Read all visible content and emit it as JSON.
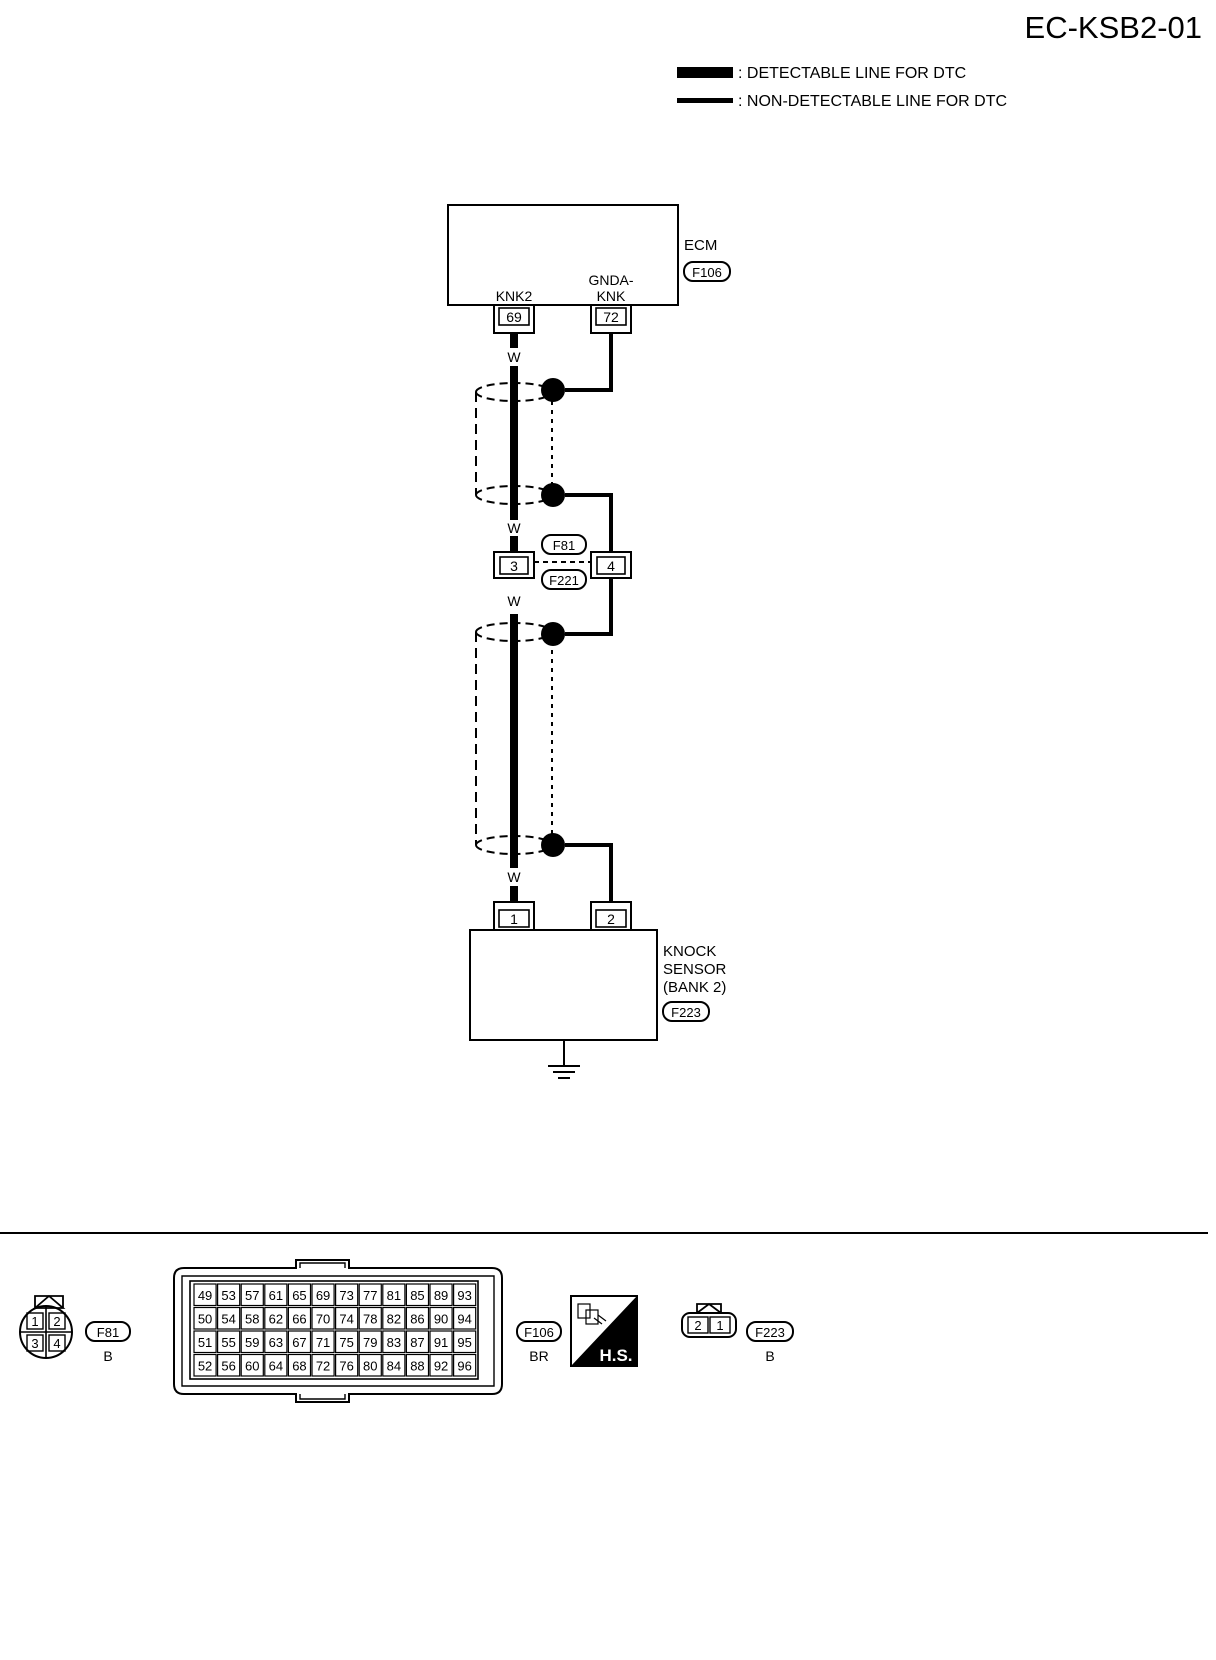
{
  "page_code": "EC-KSB2-01",
  "legend": {
    "detectable": ": DETECTABLE LINE FOR DTC",
    "non_detectable": ": NON-DETECTABLE LINE FOR DTC"
  },
  "ecm": {
    "name": "ECM",
    "connector": "F106",
    "terminals": [
      {
        "pin": "69",
        "signal": "KNK2"
      },
      {
        "pin": "72",
        "signal_line1": "GNDA-",
        "signal_line2": "KNK"
      }
    ]
  },
  "wire_color": "W",
  "joint_connector": {
    "upper": "F81",
    "lower": "F221",
    "terminals": [
      "3",
      "4"
    ]
  },
  "sensor": {
    "name_line1": "KNOCK",
    "name_line2": "SENSOR",
    "name_line3": "(BANK 2)",
    "connector": "F223",
    "terminals": [
      "1",
      "2"
    ]
  },
  "connector_views": {
    "f81": {
      "code": "F81",
      "color": "B",
      "pins": [
        "1",
        "2",
        "3",
        "4"
      ]
    },
    "f106": {
      "code": "F106",
      "color": "BR",
      "pin_rows": [
        [
          "49",
          "53",
          "57",
          "61",
          "65",
          "69",
          "73",
          "77",
          "81",
          "85",
          "89",
          "93"
        ],
        [
          "50",
          "54",
          "58",
          "62",
          "66",
          "70",
          "74",
          "78",
          "82",
          "86",
          "90",
          "94"
        ],
        [
          "51",
          "55",
          "59",
          "63",
          "67",
          "71",
          "75",
          "79",
          "83",
          "87",
          "91",
          "95"
        ],
        [
          "52",
          "56",
          "60",
          "64",
          "68",
          "72",
          "76",
          "80",
          "84",
          "88",
          "92",
          "96"
        ]
      ]
    },
    "hs_badge": "H.S.",
    "f223": {
      "code": "F223",
      "color": "B",
      "pins": [
        "2",
        "1"
      ]
    }
  }
}
